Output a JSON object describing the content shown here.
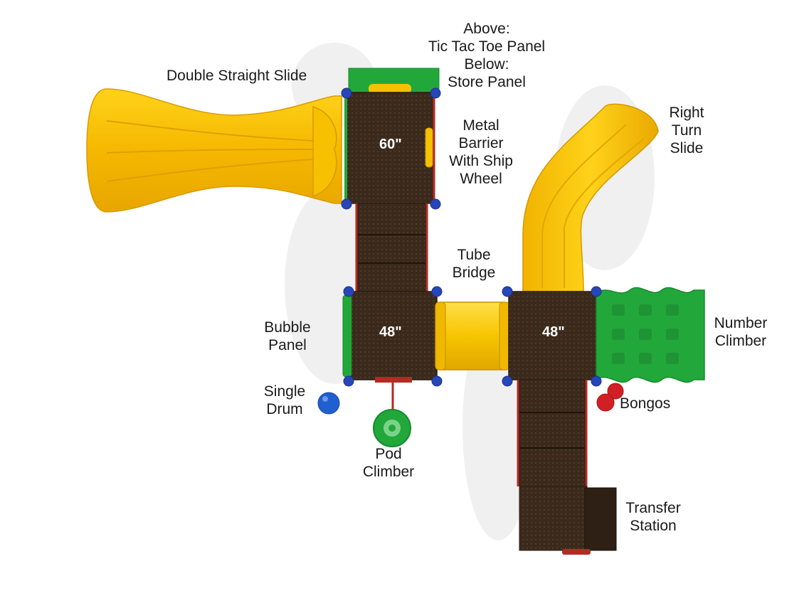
{
  "colors": {
    "slide_yellow": "#f5c200",
    "deck_brown": "#3b2a1c",
    "panel_green": "#22a83a",
    "post_red": "#b52a22",
    "clamp_blue": "#2746b8",
    "drum_blue": "#1f5fd0",
    "bongo_red": "#d21f25"
  },
  "icons": [
    "double-straight-slide",
    "right-turn-slide",
    "tube-bridge",
    "number-climber",
    "pod-climber",
    "single-drum",
    "bongos",
    "ship-wheel",
    "bubble-panel",
    "transfer-station"
  ],
  "labels": {
    "double_straight_slide": "Double Straight Slide",
    "above_below": [
      "Above:",
      "Tic Tac Toe Panel",
      "Below:",
      "Store Panel"
    ],
    "metal_barrier": [
      "Metal",
      "Barrier",
      "With Ship",
      "Wheel"
    ],
    "right_turn_slide": [
      "Right",
      "Turn",
      "Slide"
    ],
    "tube_bridge": [
      "Tube",
      "Bridge"
    ],
    "bubble_panel": [
      "Bubble",
      "Panel"
    ],
    "number_climber": [
      "Number",
      "Climber"
    ],
    "single_drum": [
      "Single",
      "Drum"
    ],
    "pod_climber": [
      "Pod",
      "Climber"
    ],
    "bongos": "Bongos",
    "transfer_station": [
      "Transfer",
      "Station"
    ]
  },
  "decks": {
    "top": "60\"",
    "bottom_left": "48\"",
    "bottom_right": "48\""
  }
}
